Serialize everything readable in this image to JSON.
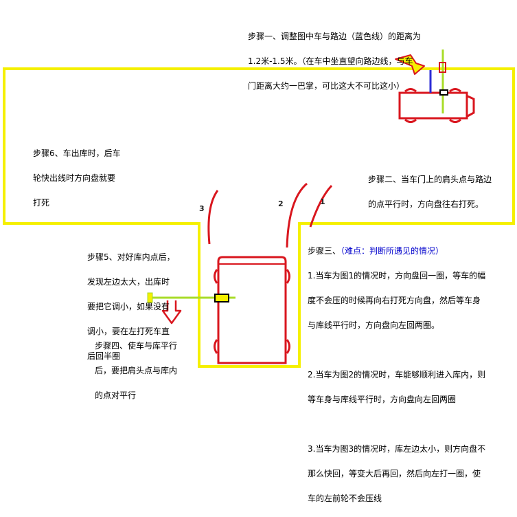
{
  "step1": {
    "line1": "步骤一、调整图中车与路边（蓝色线）的距离为",
    "line2": "1.2米-1.5米。（在车中坐直望向路边线，与车",
    "line3": "门距离大约一巴掌，可比这大不可比这小）"
  },
  "step6": {
    "line1": "步骤6、车出库时，后车",
    "line2": "轮快出线时方向盘就要",
    "line3": "打死"
  },
  "step2": {
    "line1": "步骤二、当车门上的肩头点与路边",
    "line2": "的点平行时，方向盘往右打死。"
  },
  "step5": {
    "line1": "步骤5、对好库内点后，",
    "line2": "发现左边太大，出库时",
    "line3": "要把它调小，如果没有",
    "line4": "调小，要在左打死车直",
    "line5": "后回半圈"
  },
  "step3": {
    "title": "步骤三、",
    "title_note": "（难点：判断所遇见的情况）",
    "case1_line1": "1.当车为图1的情况时，方向盘回一圈，等车的幅",
    "case1_line2": "度不会压的时候再向右打死方向盘，然后等车身",
    "case1_line3": "与库线平行时，方向盘向左回两圈。",
    "case2_line1": "2.当车为图2的情况时，车能够顺利进入库内，则",
    "case2_line2": "等车身与库线平行时，方向盘向左回两圈",
    "case3_line1": "3.当车为图3的情况时，库左边太小，则方向盘不",
    "case3_line2": "那么快回，等变大后再回，然后向左打一圈，使",
    "case3_line3": "车的左前轮不会压线"
  },
  "step4": {
    "line1": "步骤四、使车与库平行",
    "line2": "后，要把肩头点与库内",
    "line3": "的点对平行"
  },
  "path_labels": {
    "p1": "1",
    "p2": "2",
    "p3": "3"
  },
  "colors": {
    "road": "#f5f000",
    "car": "#d9161e",
    "marker": "#a8dc28",
    "blue_line": "#2b2bd6",
    "highlight_text": "#0000cc"
  }
}
